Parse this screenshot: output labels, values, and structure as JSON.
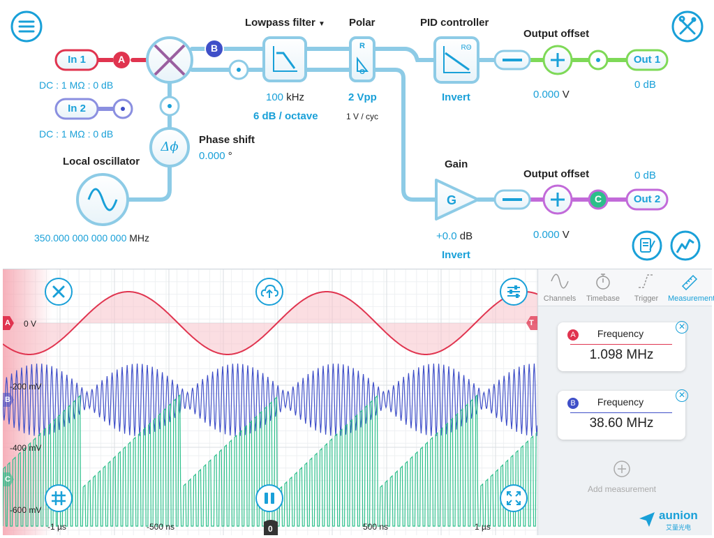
{
  "colors": {
    "accent": "#19a0d8",
    "channel_a": "#e0344f",
    "channel_b": "#3f4fc8",
    "channel_c": "#2bbf8a",
    "signal_line": "#8dcbe6",
    "out1_line": "#7ed957",
    "out2_line": "#c26ad9",
    "in2_line": "#8a8fe0"
  },
  "pipeline": {
    "in1": {
      "label": "In 1",
      "setting": "DC : 1 MΩ : 0 dB"
    },
    "in2": {
      "label": "In 2",
      "setting": "DC : 1 MΩ : 0 dB"
    },
    "badge_a": "A",
    "badge_b": "B",
    "badge_c": "C",
    "local_oscillator": {
      "title": "Local oscillator",
      "freq_value": "350.000 000 000 000",
      "freq_unit": "MHz"
    },
    "phase_shift": {
      "title": "Phase shift",
      "value": "0.000",
      "unit": "°",
      "symbol": "Δϕ"
    },
    "lowpass": {
      "title": "Lowpass filter",
      "dropdown_icon": "triangle-down-icon",
      "cutoff_value": "100",
      "cutoff_unit": "kHz",
      "slope": "6 dB / octave"
    },
    "polar": {
      "title": "Polar",
      "value": "2 Vpp",
      "sub": "1 V / cyc",
      "r_symbol": "R",
      "theta_symbol": "Θ"
    },
    "pid": {
      "title": "PID controller",
      "mode": "Invert",
      "r_symbol": "RΘ"
    },
    "gain": {
      "title": "Gain",
      "symbol": "G",
      "value": "+0.0",
      "unit": "dB",
      "mode": "Invert"
    },
    "output_offset_1": {
      "title": "Output offset",
      "value": "0.000",
      "unit": "V"
    },
    "output_offset_2": {
      "title": "Output offset",
      "value": "0.000",
      "unit": "V"
    },
    "out1": {
      "label": "Out 1",
      "gain": "0 dB"
    },
    "out2": {
      "label": "Out 2",
      "gain": "0 dB"
    }
  },
  "top_icons": {
    "menu": "menu-icon",
    "tools": "tools-icon",
    "notes": "notes-icon",
    "trend": "trend-icon"
  },
  "scope": {
    "controls": {
      "close": "close-icon",
      "upload": "cloud-upload-icon",
      "settings": "sliders-icon",
      "grid": "grid-icon",
      "pause": "pause-icon",
      "fullscreen": "expand-icon"
    },
    "channel_markers": {
      "a": "A",
      "b": "B",
      "c": "C",
      "trigger": "T"
    },
    "y_labels": [
      "0 V",
      "-200 mV",
      "-400 mV",
      "-600 mV"
    ],
    "x_labels": [
      "-1 µs",
      "-500 ns",
      "500 ns",
      "1 µs"
    ],
    "zero_marker": "0"
  },
  "panel": {
    "tabs": [
      {
        "label": "Channels",
        "icon": "sine-icon"
      },
      {
        "label": "Timebase",
        "icon": "stopwatch-icon"
      },
      {
        "label": "Trigger",
        "icon": "trigger-edge-icon"
      },
      {
        "label": "Measurement",
        "icon": "ruler-icon"
      }
    ],
    "active_tab": "Measurement",
    "measurements": [
      {
        "channel": "A",
        "name": "Frequency",
        "value": "1.098 MHz"
      },
      {
        "channel": "B",
        "name": "Frequency",
        "value": "38.60 MHz"
      }
    ],
    "add_label": "Add measurement"
  },
  "watermark": {
    "brand": "aunion",
    "sub": "艾量光电"
  }
}
